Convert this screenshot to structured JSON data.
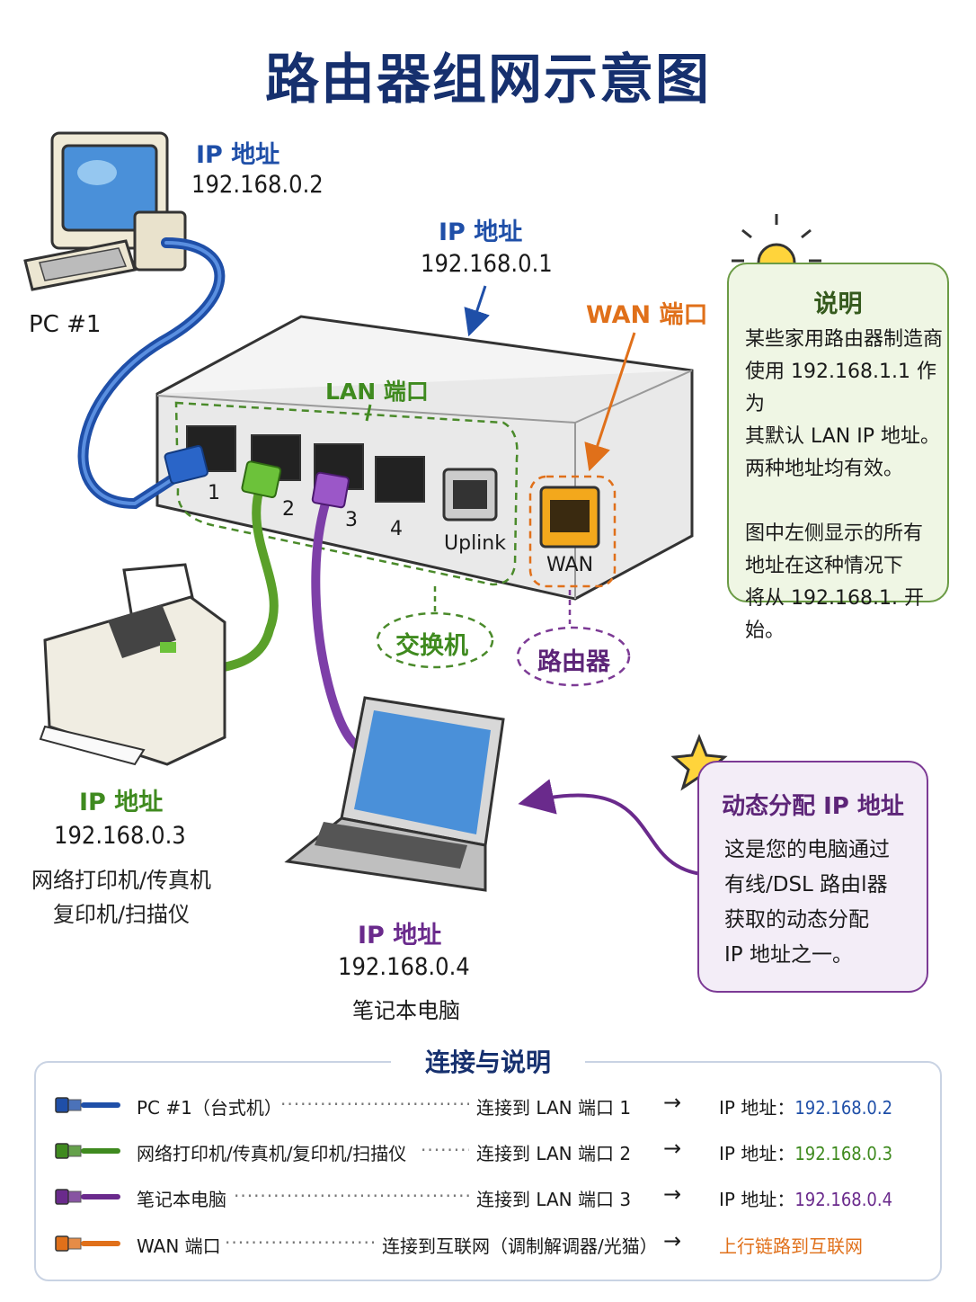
{
  "title": "路由器组网示意图",
  "labels": {
    "pc": {
      "ip_label": "IP 地址",
      "ip": "192.168.0.2",
      "name": "PC #1"
    },
    "router": {
      "ip_label": "IP 地址",
      "ip": "192.168.0.1",
      "wan_label": "WAN 端口",
      "lan_label": "LAN 端口"
    },
    "printer": {
      "ip_label": "IP 地址",
      "ip": "192.168.0.3",
      "desc_line1": "网络打印机/传真机",
      "desc_line2": "复印机/扫描仪"
    },
    "laptop": {
      "ip_label": "IP 地址",
      "ip": "192.168.0.4",
      "name": "笔记本电脑"
    },
    "ports": [
      "1",
      "2",
      "3",
      "4",
      "Uplink",
      "WAN"
    ],
    "switch_tag": "交换机",
    "router_tag": "路由器"
  },
  "note_info": {
    "title": "说明",
    "body": "某些家用路由器制造商\n使用 192.168.1.1 作为\n其默认 LAN IP 地址。\n两种地址均有效。\n\n图中左侧显示的所有\n地址在这种情况下\n将从 192.168.1. 开始。"
  },
  "note_dynamic": {
    "title": "动态分配 IP 地址",
    "body": "这是您的电脑通过\n有线/DSL 路由l器\n获取的动态分配\nIP 地址之一。"
  },
  "legend": {
    "title": "连接与说明",
    "rows": [
      {
        "device": "PC #1（台式机）",
        "connection": "连接到 LAN 端口 1",
        "arrow": "→",
        "ip_prefix": "IP 地址：",
        "ip": "192.168.0.2",
        "color": "#1f4fa8"
      },
      {
        "device": "网络打印机/传真机/复印机/扫描仪",
        "connection": "连接到 LAN 端口 2",
        "arrow": "→",
        "ip_prefix": "IP 地址：",
        "ip": "192.168.0.3",
        "color": "#3f8a1f"
      },
      {
        "device": "笔记本电脑",
        "connection": "连接到 LAN 端口 3",
        "arrow": "→",
        "ip_prefix": "IP 地址：",
        "ip": "192.168.0.4",
        "color": "#6a2a8c"
      },
      {
        "device": "WAN 端口",
        "connection": "连接到互联网（调制解调器/光猫）",
        "arrow": "→",
        "ip_prefix": "",
        "ip": "上行链路到互联网",
        "color": "#e0701a"
      }
    ]
  },
  "colors": {
    "title": "#16306e",
    "blue": "#1f4fa8",
    "green": "#3f8a1f",
    "purple": "#6a2a8c",
    "orange": "#e0701a"
  },
  "icons": [
    "desktop-pc-icon",
    "router-icon",
    "printer-icon",
    "laptop-icon",
    "lightbulb-icon",
    "star-icon"
  ]
}
